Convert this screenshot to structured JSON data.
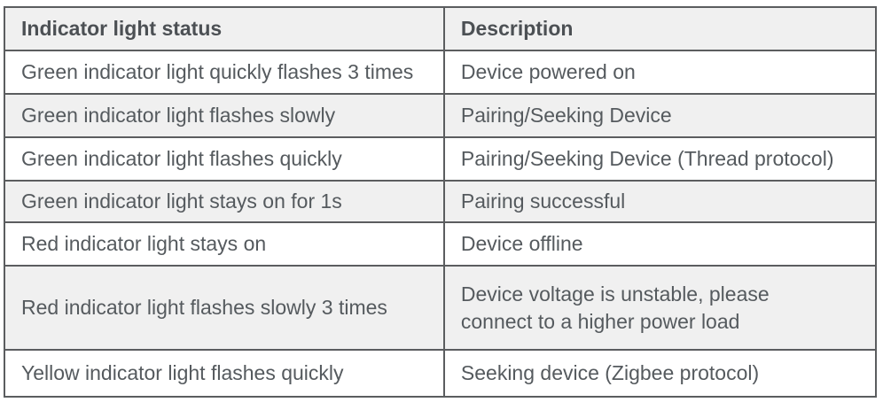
{
  "table": {
    "headers": [
      "Indicator light status",
      "Description"
    ],
    "rows": [
      {
        "status": "Green indicator light quickly flashes 3 times",
        "description": "Device powered on"
      },
      {
        "status": "Green indicator light flashes slowly",
        "description": "Pairing/Seeking Device"
      },
      {
        "status": "Green indicator light flashes quickly",
        "description": "Pairing/Seeking Device (Thread protocol)"
      },
      {
        "status": "Green indicator light stays on for 1s",
        "description": "Pairing successful"
      },
      {
        "status": "Red indicator light stays on",
        "description": "Device offline"
      },
      {
        "status": "Red indicator light flashes slowly 3 times",
        "description_line1": "Device voltage is unstable, please",
        "description_line2": "connect to a higher power load"
      },
      {
        "status": "Yellow indicator light flashes quickly",
        "description": "Seeking device (Zigbee protocol)"
      }
    ]
  },
  "colors": {
    "border": "#5b5d5f",
    "header_bg": "#f0f0f0",
    "shaded_row_bg": "#f0f0f0",
    "text": "#555a5e"
  }
}
